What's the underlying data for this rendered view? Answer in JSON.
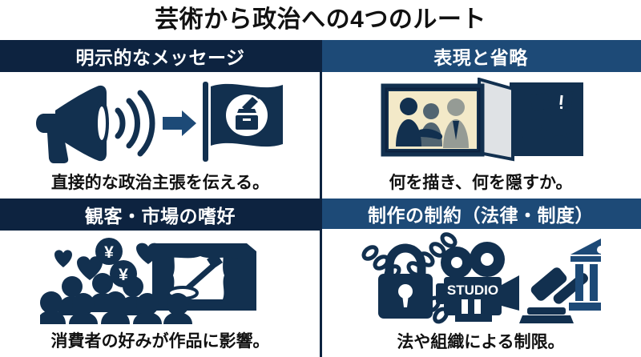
{
  "title": "芸術から政治への4つのルート",
  "panels": [
    {
      "header": "明示的なメッセージ",
      "caption": "直接的な政治主張を伝える。",
      "header_color": "#0d2340",
      "icons": [
        "megaphone-icon",
        "sound-waves-icon",
        "arrow-right-icon",
        "flag-icon",
        "ballot-box-icon"
      ]
    },
    {
      "header": "表現と省略",
      "caption": "何を描き、何を隠すか。",
      "header_color": "#1d4a77",
      "icons": [
        "picture-frame-icon",
        "handshake-icon",
        "protest-placard-icon"
      ]
    },
    {
      "header": "観客・市場の嗜好",
      "caption": "消費者の好みが作品に影響。",
      "header_color": "#0d2340",
      "icons": [
        "audience-crowd-icon",
        "heart-icon",
        "yen-coin-icon",
        "stage-curtain-icon",
        "spotlight-icon"
      ]
    },
    {
      "header": "制作の制約（法律・制度）",
      "caption": "法や組織による制限。",
      "header_color": "#1d4a77",
      "icons": [
        "padlock-icon",
        "chain-icon",
        "film-camera-icon",
        "gavel-icon",
        "government-building-icon"
      ],
      "camera_label": "STUDIO"
    }
  ],
  "colors": {
    "navy_dark": "#0d2340",
    "navy": "#12304f",
    "blue": "#1d4a77",
    "background": "#ffffff",
    "text": "#111111",
    "cream": "#f3e9c8",
    "grey": "#c9cdd2"
  }
}
